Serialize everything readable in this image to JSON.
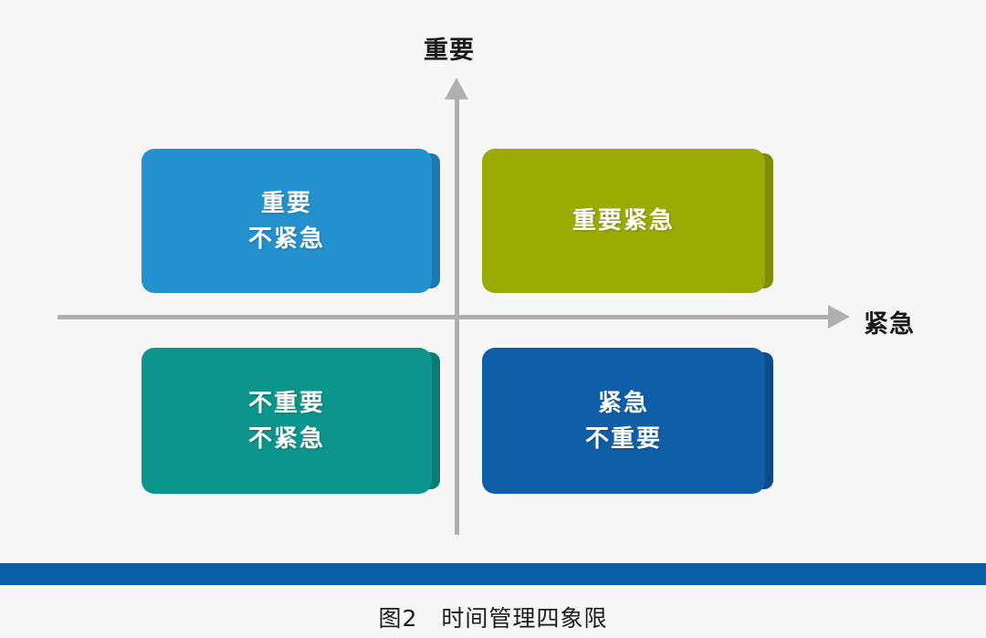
{
  "figure": {
    "background_color": "#f6f6f6",
    "caption": "图2　时间管理四象限",
    "rule_color": "#0b5ea5"
  },
  "axes": {
    "vertical": {
      "label": "重要",
      "arrow": "arrow-up-icon",
      "color": "#b0b0b0"
    },
    "horizontal": {
      "label": "紧急",
      "arrow": "arrow-right-icon",
      "color": "#b0b0b0"
    }
  },
  "quadrants": [
    {
      "id": "important-not-urgent",
      "position": "top-left",
      "lines": [
        "重要",
        "不紧急"
      ],
      "color": "#2391ce",
      "bevel_color": "#1c7aae",
      "text_color": "#ffffff"
    },
    {
      "id": "important-urgent",
      "position": "top-right",
      "lines": [
        "重要紧急"
      ],
      "color": "#9aab04",
      "bevel_color": "#7f8c04",
      "text_color": "#ffffff"
    },
    {
      "id": "not-important-not-urgent",
      "position": "bottom-left",
      "lines": [
        "不重要",
        "不紧急"
      ],
      "color": "#0b958c",
      "bevel_color": "#097c74",
      "text_color": "#ffffff"
    },
    {
      "id": "urgent-not-important",
      "position": "bottom-right",
      "lines": [
        "紧急",
        "不重要"
      ],
      "color": "#0f5fa8",
      "bevel_color": "#0c4d89",
      "text_color": "#ffffff"
    }
  ]
}
